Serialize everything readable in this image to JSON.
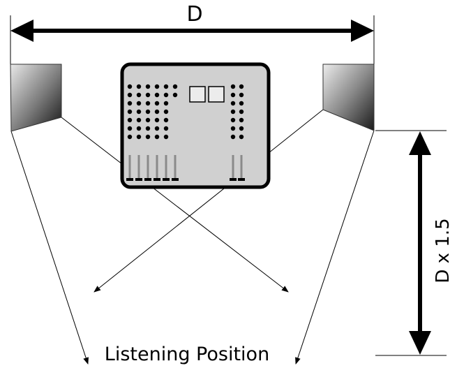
{
  "labels": {
    "width_label": "D",
    "depth_label": "D x 1.5",
    "listening_label": "Listening Position"
  },
  "colors": {
    "ink": "#000000",
    "mixer_fill": "#d0d0d0",
    "speaker_dark": "#202020",
    "speaker_light": "#e6e6e6"
  },
  "icons": {
    "speaker": "speaker-icon",
    "mixer": "mixing-console-icon"
  }
}
